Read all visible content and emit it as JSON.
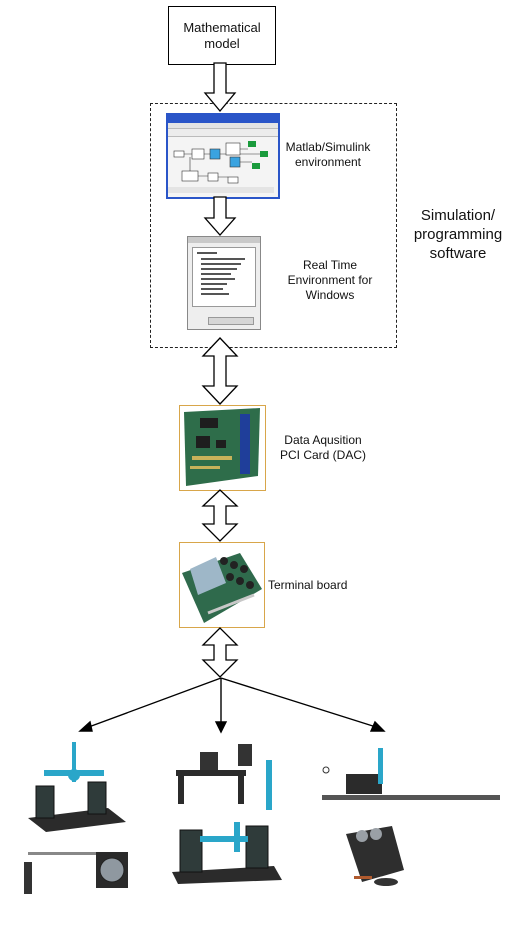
{
  "model_box": {
    "text": "Mathematical\nmodel"
  },
  "simulink": {
    "text": "Matlab/Simulink\nenvironment"
  },
  "rtwin": {
    "text": "Real Time\nEnvironment for\nWindows"
  },
  "group_label": {
    "text": "Simulation/\nprogramming\nsoftware"
  },
  "dac": {
    "text": "Data Aqusition\nPCI Card (DAC)"
  },
  "terminal": {
    "text": "Terminal board"
  },
  "colors": {
    "accent_frame": "#d8a64a",
    "window_title": "#2a55c8",
    "pcb_green": "#2e6d4a",
    "apparatus_blue": "#2aa6c9"
  }
}
